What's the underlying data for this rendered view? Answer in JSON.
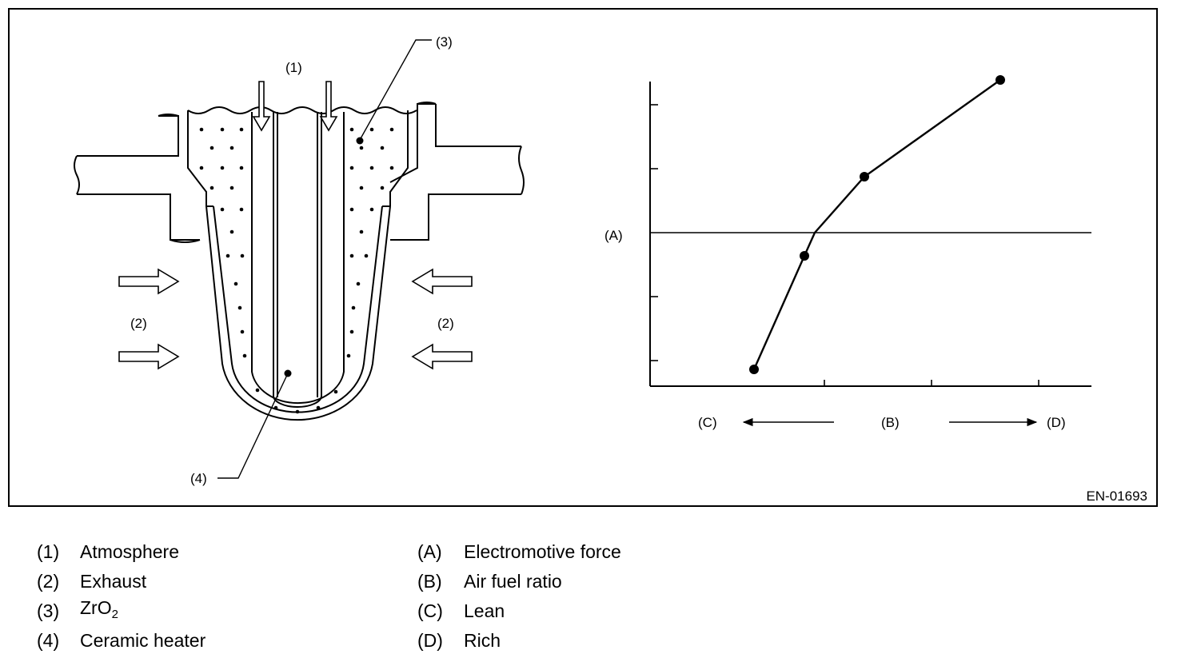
{
  "diagram": {
    "callouts": {
      "c1": "(1)",
      "c2_left": "(2)",
      "c2_right": "(2)",
      "c3": "(3)",
      "c4": "(4)"
    },
    "graph_labels": {
      "a": "(A)",
      "b": "(B)",
      "c": "(C)",
      "d": "(D)"
    },
    "figure_id": "EN-01693"
  },
  "legend": {
    "left": [
      {
        "key": "(1)",
        "label": "Atmosphere"
      },
      {
        "key": "(2)",
        "label": "Exhaust"
      },
      {
        "key": "(3)",
        "label": "ZrO",
        "sub": "2"
      },
      {
        "key": "(4)",
        "label": "Ceramic heater"
      }
    ],
    "right": [
      {
        "key": "(A)",
        "label": "Electromotive force"
      },
      {
        "key": "(B)",
        "label": "Air fuel ratio"
      },
      {
        "key": "(C)",
        "label": "Lean"
      },
      {
        "key": "(D)",
        "label": "Rich"
      }
    ]
  },
  "colors": {
    "line": "#000000",
    "background": "#ffffff"
  }
}
